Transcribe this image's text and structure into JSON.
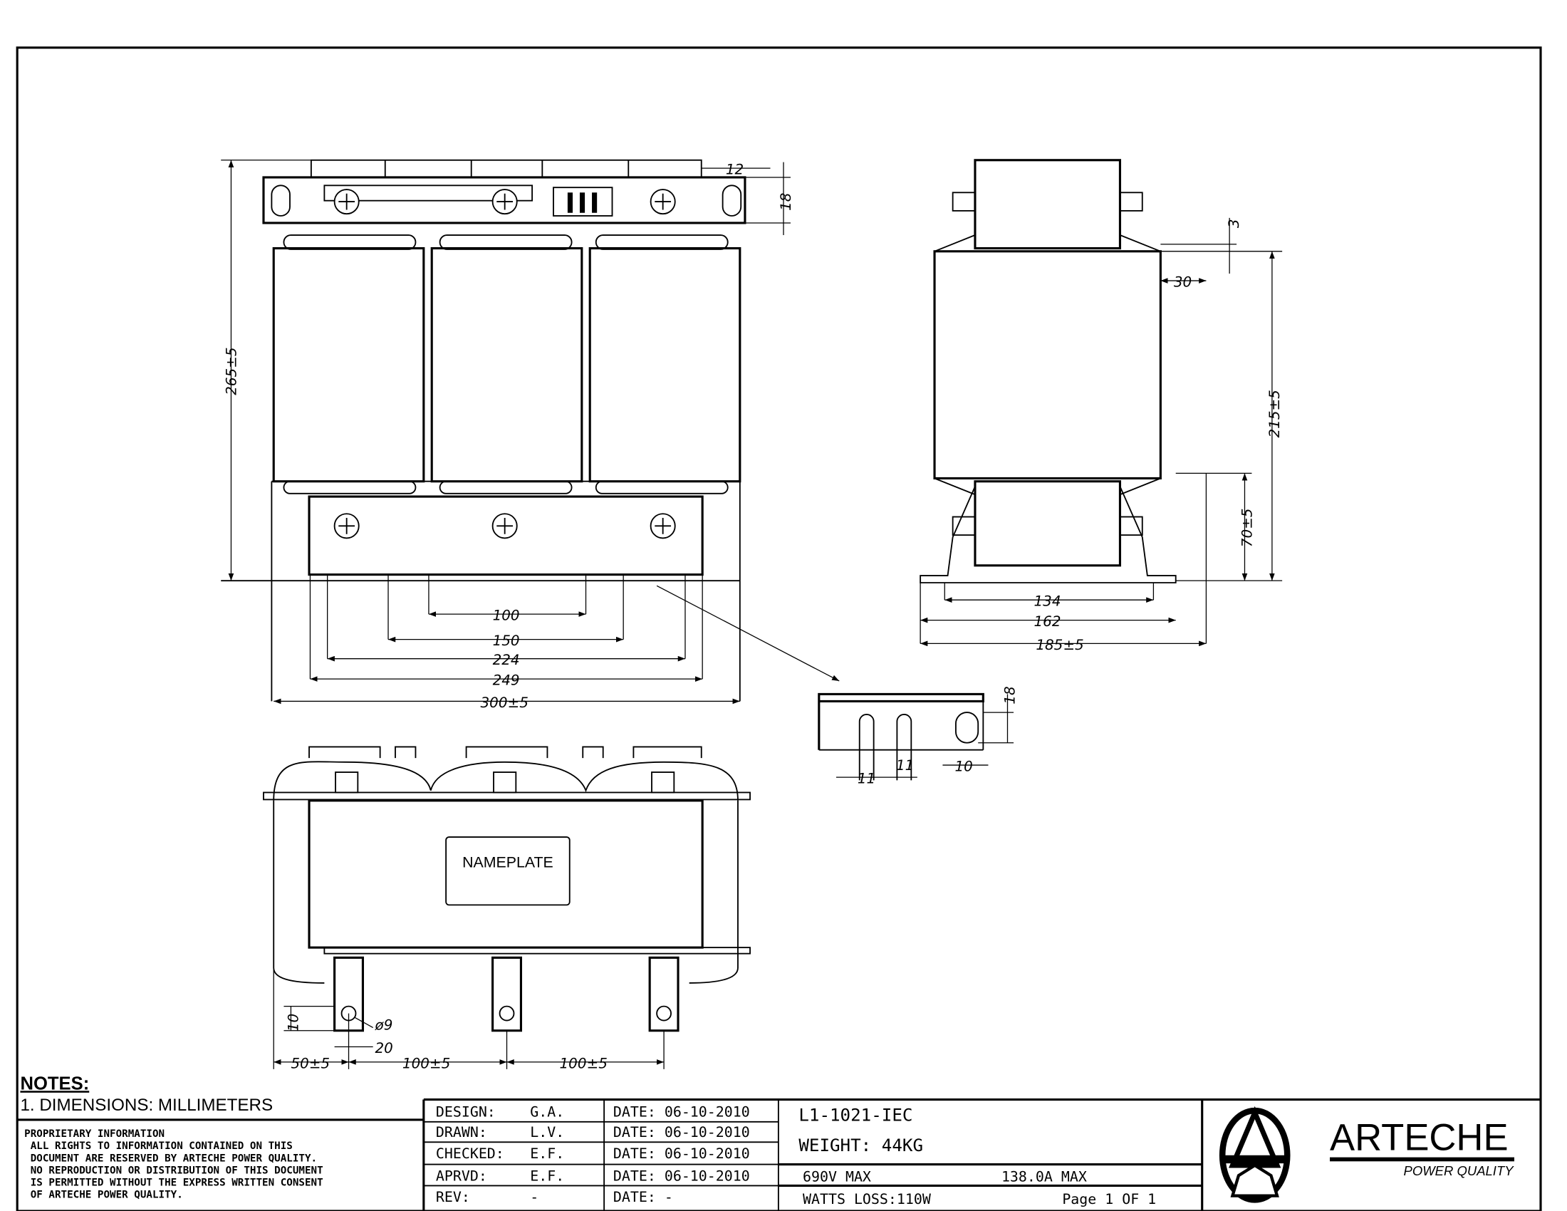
{
  "drawing": {
    "front_view": {
      "dims": {
        "height": "265±5",
        "tab_w": "12",
        "tab_h": "18",
        "d100": "100",
        "d150": "150",
        "d224": "224",
        "d249": "249",
        "d300": "300±5"
      }
    },
    "side_view": {
      "dims": {
        "gap": "3",
        "offset": "30",
        "height": "215±5",
        "foot_h": "70±5",
        "d134": "134",
        "d162": "162",
        "d185": "185±5"
      }
    },
    "slot_detail": {
      "dims": {
        "h": "18",
        "a": "11",
        "b": "11",
        "c": "10"
      }
    },
    "bottom_view": {
      "nameplate": "NAMEPLATE",
      "dims": {
        "ten": "10",
        "hole": "ø9",
        "twenty": "20",
        "edge": "50±5",
        "pitch1": "100±5",
        "pitch2": "100±5"
      }
    }
  },
  "notes": {
    "heading": "NOTES:",
    "items": [
      "1. DIMENSIONS: MILLIMETERS"
    ]
  },
  "proprietary": [
    "PROPRIETARY INFORMATION",
    " ALL RIGHTS TO INFORMATION CONTAINED ON THIS",
    " DOCUMENT ARE RESERVED BY ARTECHE POWER QUALITY.",
    " NO REPRODUCTION OR DISTRIBUTION OF THIS DOCUMENT",
    " IS PERMITTED WITHOUT THE EXPRESS WRITTEN CONSENT",
    " OF ARTECHE POWER QUALITY."
  ],
  "approvals": [
    {
      "role": "DESIGN:",
      "who": "G.A.",
      "date": "DATE: 06-10-2010"
    },
    {
      "role": "DRAWN:",
      "who": "L.V.",
      "date": "DATE: 06-10-2010"
    },
    {
      "role": "CHECKED:",
      "who": "E.F.",
      "date": "DATE: 06-10-2010"
    },
    {
      "role": "APRVD:",
      "who": "E.F.",
      "date": "DATE: 06-10-2010"
    },
    {
      "role": "REV:",
      "who": "-",
      "date": "DATE: -"
    }
  ],
  "part": {
    "number": "L1-1021-IEC",
    "weight": "WEIGHT: 44KG",
    "voltage": "690V MAX",
    "current": "138.0A MAX",
    "watts": "WATTS LOSS:110W",
    "page": "Page 1 OF 1"
  },
  "logo": {
    "name": "ARTECHE",
    "tagline": "POWER QUALITY"
  }
}
